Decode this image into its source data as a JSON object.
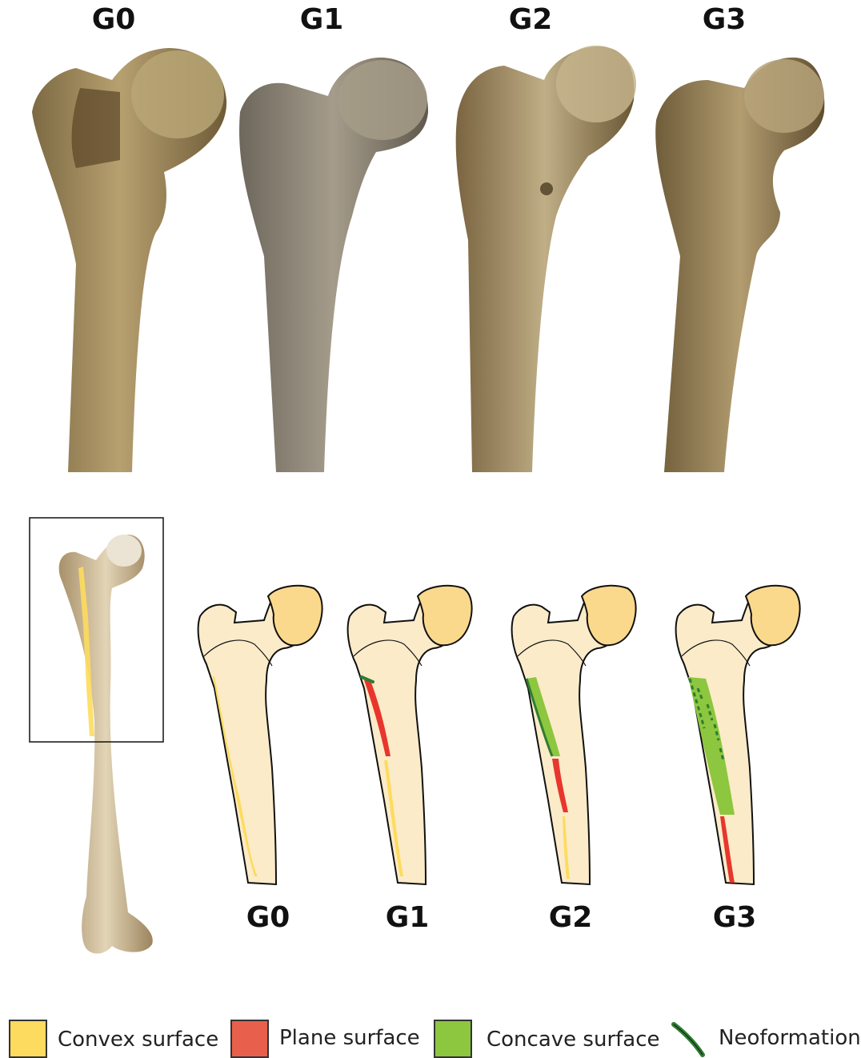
{
  "top_row_labels": [
    "G0",
    "G1",
    "G2",
    "G3"
  ],
  "diagram_labels": [
    "G0",
    "G1",
    "G2",
    "G3"
  ],
  "legend": [
    {
      "label": "Convex surface",
      "color": "#FDDB5E"
    },
    {
      "label": "Plane surface",
      "color": "#E8604C"
    },
    {
      "label": "Concave surface",
      "color": "#8DC63F"
    },
    {
      "label": "Neoformations",
      "color": "#2E7D32"
    }
  ],
  "colors": {
    "bone_fill": "#FBEBC9",
    "head_fill": "#FBD98C",
    "convex": "#FDDB5E",
    "plane": "#E8362C",
    "concave": "#8DC63F",
    "neoformation": "#2E7D32"
  }
}
